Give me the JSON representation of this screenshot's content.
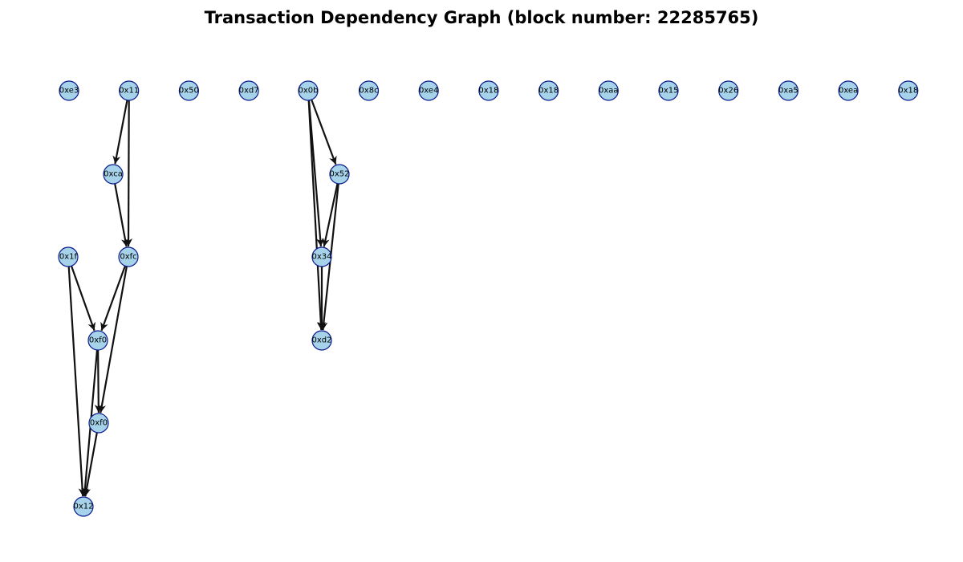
{
  "title": "Transaction Dependency Graph (block number: 22285765)",
  "colors": {
    "node_fill": "#a6d3ea",
    "node_stroke": "#0a1a8c",
    "edge": "#111111",
    "text": "#000000",
    "background": "#ffffff"
  },
  "graph": {
    "layers": [
      [
        "n0",
        "n1",
        "n2",
        "n3",
        "n4",
        "n5",
        "n6",
        "n7",
        "n8",
        "n9",
        "n10",
        "n11",
        "n12",
        "n13",
        "n14"
      ],
      [
        "n15",
        "n16"
      ],
      [
        "n17",
        "n18",
        "n19"
      ],
      [
        "n20",
        "n21"
      ],
      [
        "n22"
      ],
      [
        "n23"
      ]
    ],
    "nodes": [
      {
        "id": "n0",
        "label": "0xe3"
      },
      {
        "id": "n1",
        "label": "0x11"
      },
      {
        "id": "n2",
        "label": "0x50"
      },
      {
        "id": "n3",
        "label": "0xd7"
      },
      {
        "id": "n4",
        "label": "0x0b"
      },
      {
        "id": "n5",
        "label": "0x8c"
      },
      {
        "id": "n6",
        "label": "0xe4"
      },
      {
        "id": "n7",
        "label": "0x18"
      },
      {
        "id": "n8",
        "label": "0x18"
      },
      {
        "id": "n9",
        "label": "0xaa"
      },
      {
        "id": "n10",
        "label": "0x15"
      },
      {
        "id": "n11",
        "label": "0x26"
      },
      {
        "id": "n12",
        "label": "0xa5"
      },
      {
        "id": "n13",
        "label": "0xea"
      },
      {
        "id": "n14",
        "label": "0x18"
      },
      {
        "id": "n15",
        "label": "0xca"
      },
      {
        "id": "n16",
        "label": "0x52"
      },
      {
        "id": "n17",
        "label": "0x1f"
      },
      {
        "id": "n18",
        "label": "0xfc"
      },
      {
        "id": "n19",
        "label": "0x34"
      },
      {
        "id": "n20",
        "label": "0xf0"
      },
      {
        "id": "n21",
        "label": "0xd2"
      },
      {
        "id": "n22",
        "label": "0xf0"
      },
      {
        "id": "n23",
        "label": "0x12"
      }
    ],
    "edges": [
      [
        "n1",
        "n15"
      ],
      [
        "n1",
        "n18"
      ],
      [
        "n15",
        "n18"
      ],
      [
        "n4",
        "n16"
      ],
      [
        "n4",
        "n19"
      ],
      [
        "n4",
        "n21"
      ],
      [
        "n16",
        "n19"
      ],
      [
        "n16",
        "n21"
      ],
      [
        "n19",
        "n21"
      ],
      [
        "n17",
        "n20"
      ],
      [
        "n17",
        "n23"
      ],
      [
        "n18",
        "n20"
      ],
      [
        "n18",
        "n22"
      ],
      [
        "n20",
        "n22"
      ],
      [
        "n20",
        "n23"
      ],
      [
        "n22",
        "n23"
      ]
    ]
  }
}
